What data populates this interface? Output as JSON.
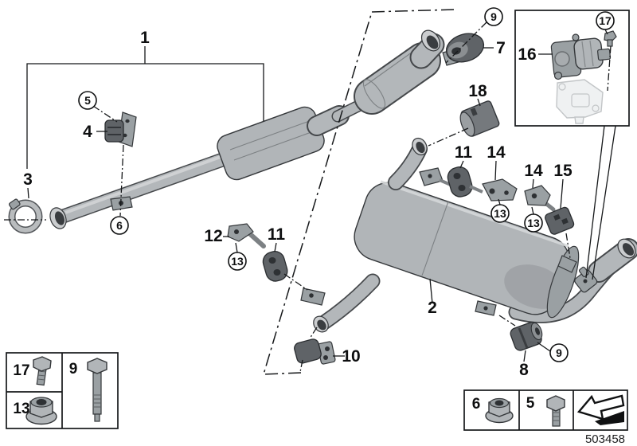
{
  "diagram": {
    "type": "exploded-parts-diagram",
    "subject": "exhaust-system-rear-silencer-with-mountings",
    "drawing_number": "503458",
    "callouts": {
      "n1": "1",
      "n2": "2",
      "n3": "3",
      "n4": "4",
      "n5": "5",
      "n6": "6",
      "n7": "7",
      "n8": "8",
      "n9": "9",
      "n10": "10",
      "n11": "11",
      "n12": "12",
      "n13": "13",
      "n14": "14",
      "n15": "15",
      "n16": "16",
      "n17": "17",
      "n18": "18"
    },
    "legend_left": {
      "cells": [
        {
          "label": "17",
          "icon": "hex-bolt-short"
        },
        {
          "label": "13",
          "icon": "flange-nut"
        },
        {
          "label": "9",
          "icon": "hex-bolt-long"
        }
      ]
    },
    "legend_right": {
      "cells": [
        {
          "label": "6",
          "icon": "flange-nut"
        },
        {
          "label": "5",
          "icon": "hex-bolt-short"
        },
        {
          "label": "",
          "icon": "direction-arrow"
        }
      ]
    },
    "colors": {
      "background": "#ffffff",
      "line": "#16181a",
      "metal": "#b1b5b8",
      "rubber": "#5f6367",
      "ghost": "#eff1f2"
    }
  }
}
